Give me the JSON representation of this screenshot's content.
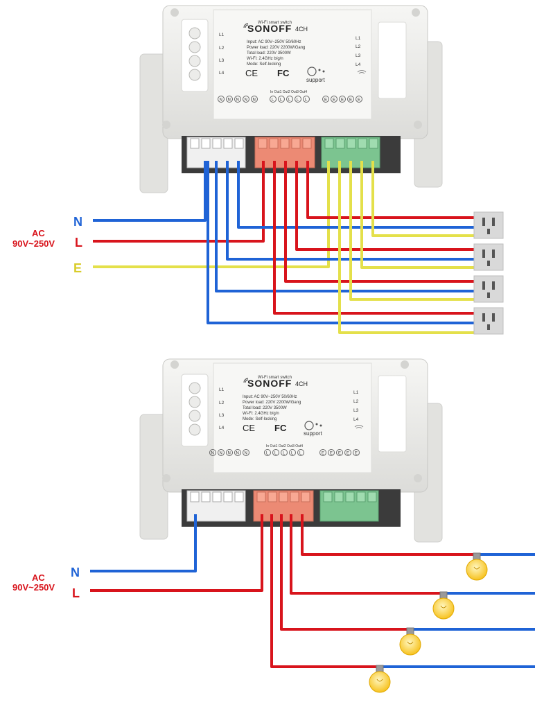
{
  "colors": {
    "neutral": "#1f63d6",
    "live": "#d8141c",
    "earth": "#e4e04a",
    "casing": "#ececea",
    "casing_shadow": "#cfcfcc",
    "terminal_white": "#f4f4f4",
    "terminal_orange": "#ec8a74",
    "terminal_green": "#7cc490",
    "bulb": "#ffd84a"
  },
  "diagram1": {
    "labels": {
      "N": "N",
      "L": "L",
      "E": "E",
      "ac": "AC",
      "voltage": "90V~250V"
    },
    "device": {
      "small_title": "Wi-Fi smart switch",
      "brand": "SONOFF",
      "model": "4CH",
      "left_leds": [
        "L1",
        "L2",
        "L3",
        "L4"
      ],
      "right_leds": [
        "L1",
        "L2",
        "L3",
        "L4"
      ],
      "spec_lines": [
        "Input: AC 90V~250V 50/60Hz",
        "Power load: 220V 2200W/Gang",
        "Total load: 220V 3500W",
        "Wi-Fi: 2.4GHz b/g/n",
        "Mode: Self-locking"
      ],
      "ce": "CE",
      "fc": "FC",
      "support": "support",
      "terminal_header": "In Out1 Out2 Out3 Out4",
      "n_terminals": [
        "N",
        "N",
        "N",
        "N",
        "N"
      ],
      "l_terminals": [
        "L",
        "L",
        "L",
        "L",
        "L"
      ],
      "e_terminals": [
        "E",
        "E",
        "E",
        "E",
        "E"
      ]
    },
    "outlets": 4
  },
  "diagram2": {
    "labels": {
      "N": "N",
      "L": "L",
      "ac": "AC",
      "voltage": "90V~250V"
    },
    "device": {
      "small_title": "Wi-Fi smart switch",
      "brand": "SONOFF",
      "model": "4CH",
      "left_leds": [
        "L1",
        "L2",
        "L3",
        "L4"
      ],
      "right_leds": [
        "L1",
        "L2",
        "L3",
        "L4"
      ],
      "spec_lines": [
        "Input: AC 90V~250V 50/60Hz",
        "Power load: 220V 2200W/Gang",
        "Total load: 220V 3500W",
        "Wi-Fi: 2.4GHz b/g/n",
        "Mode: Self-locking"
      ],
      "ce": "CE",
      "fc": "FC",
      "support": "support",
      "terminal_header": "In Out1 Out2 Out3 Out4",
      "n_terminals": [
        "N",
        "N",
        "N",
        "N",
        "N"
      ],
      "l_terminals": [
        "L",
        "L",
        "L",
        "L",
        "L"
      ],
      "e_terminals": [
        "E",
        "E",
        "E",
        "E",
        "E"
      ]
    },
    "bulbs": 4
  }
}
